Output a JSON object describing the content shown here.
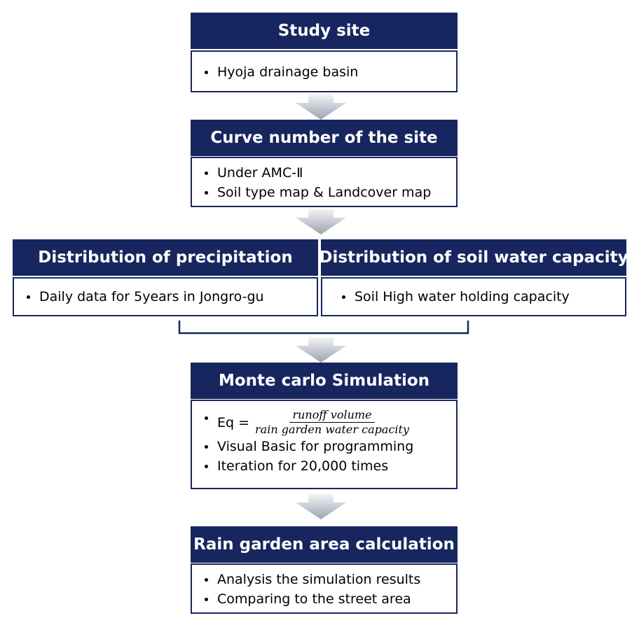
{
  "study_site": {
    "title": "Study site",
    "items": [
      "Hyoja drainage basin"
    ]
  },
  "curve_number": {
    "title": "Curve number of the site",
    "items": [
      "Under AMC-Ⅱ",
      "Soil type map & Landcover map"
    ]
  },
  "precipitation": {
    "title": "Distribution of precipitation",
    "items": [
      "Daily data for 5years in Jongro-gu"
    ]
  },
  "soil_water": {
    "title": "Distribution of soil water capacity",
    "items": [
      "Soil High water holding capacity"
    ]
  },
  "monte_carlo": {
    "title": "Monte carlo Simulation",
    "eq_label": "Eq =",
    "eq_numerator": "runoff volume",
    "eq_denominator": "rain garden water capacity",
    "items": [
      "Visual Basic for programming",
      "Iteration for 20,000 times"
    ]
  },
  "rain_garden": {
    "title": "Rain garden area calculation",
    "items": [
      "Analysis the simulation results",
      "Comparing to the street area"
    ]
  },
  "colors": {
    "header_bg": "#17265e",
    "arrow": "#b8bcc8"
  }
}
